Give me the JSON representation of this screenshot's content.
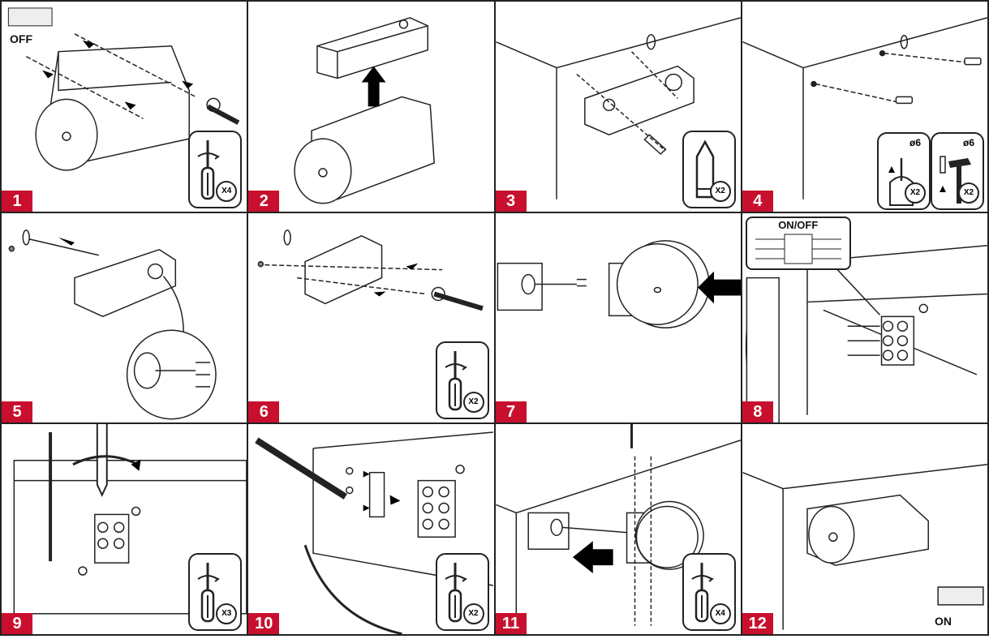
{
  "panels": [
    {
      "number": "1",
      "label": "OFF",
      "tool": "screwdriver-icon",
      "quantity": "X4"
    },
    {
      "number": "2"
    },
    {
      "number": "3",
      "tool": "pencil-icon",
      "quantity": "X2"
    },
    {
      "number": "4",
      "tools": [
        {
          "icon": "drill-icon",
          "diameter": "ø6",
          "quantity": "X2"
        },
        {
          "icon": "hammer-icon",
          "diameter": "ø6",
          "quantity": "X2"
        }
      ]
    },
    {
      "number": "5"
    },
    {
      "number": "6",
      "tool": "screwdriver-icon",
      "quantity": "X2"
    },
    {
      "number": "7"
    },
    {
      "number": "8",
      "label": "ON/OFF"
    },
    {
      "number": "9",
      "tool": "screwdriver-icon",
      "quantity": "X3"
    },
    {
      "number": "10",
      "tool": "screwdriver-icon",
      "quantity": "X2"
    },
    {
      "number": "11",
      "tool": "screwdriver-icon",
      "quantity": "X4"
    },
    {
      "number": "12",
      "label": "ON"
    }
  ],
  "colors": {
    "step_badge": "#c8102e",
    "line": "#222222",
    "arrow": "#000000"
  }
}
